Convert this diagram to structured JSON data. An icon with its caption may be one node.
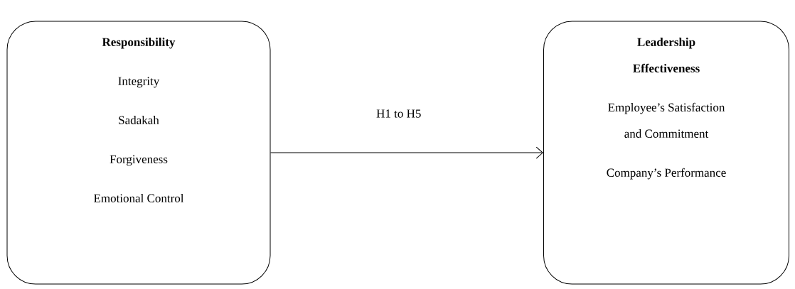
{
  "diagram": {
    "nodes": [
      {
        "text": [
          "Responsibility",
          "Integrity",
          "Sadakah",
          "Forgiveness",
          "Emotional Control"
        ]
      },
      {
        "text": [
          "Leadership Effectiveness",
          "Employee’s Satisfaction and Commitment",
          "Company’s Performance"
        ]
      }
    ],
    "edges": [
      {
        "from": 0,
        "to": 1,
        "arrow": "to",
        "label": "H1 to H5"
      }
    ]
  }
}
